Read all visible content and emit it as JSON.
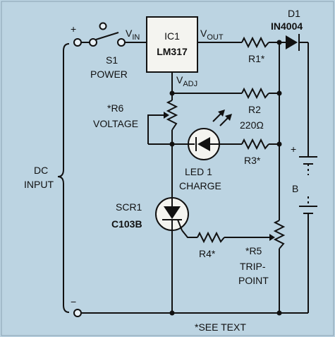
{
  "labels": {
    "plus": "+",
    "minus": "−",
    "vin": "V",
    "vin_sub": "IN",
    "vout": "V",
    "vout_sub": "OUT",
    "vadj": "V",
    "vadj_sub": "ADJ",
    "ic_name": "IC1",
    "ic_part": "LM317",
    "d1_name": "D1",
    "d1_part": "IN4004",
    "s1_name": "S1",
    "s1_desc": "POWER",
    "r1": "R1*",
    "r2": "R2",
    "r2_value": "220Ω",
    "r3": "R3*",
    "r4": "R4*",
    "r5": "*R5",
    "r5_desc1": "TRIP-",
    "r5_desc2": "POINT",
    "r6": "*R6",
    "r6_desc": "VOLTAGE",
    "led_name": "LED 1",
    "led_desc": "CHARGE",
    "scr_name": "SCR1",
    "scr_part": "C103B",
    "battery_plus": "+",
    "battery_name": "B",
    "dc1": "DC",
    "dc2": "INPUT",
    "footnote": "*SEE TEXT"
  }
}
